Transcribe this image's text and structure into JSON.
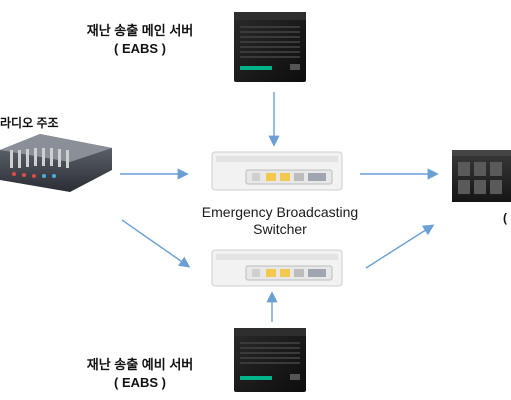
{
  "nodes": {
    "main_server": {
      "label_line1": "재난 송출 메인 서버",
      "label_line2": "( EABS )",
      "icon": "tower-server-icon"
    },
    "backup_server": {
      "label_line1": "재난 송출 예비 서버",
      "label_line2": "( EABS )",
      "icon": "tower-server-icon"
    },
    "studio_console": {
      "label": "라디오 주조",
      "icon": "mixing-console-icon"
    },
    "switcher": {
      "label_line1": "Emergency Broadcasting",
      "label_line2": "Switcher",
      "icon": "rack-switcher-icon"
    },
    "transmitter": {
      "label": "(",
      "icon": "rack-equipment-icon"
    }
  },
  "colors": {
    "arrow": "#6a9fd4",
    "server_body": "#1b1b1b",
    "switcher_body": "#f2f2f2",
    "switcher_led": "#f2c94c"
  }
}
